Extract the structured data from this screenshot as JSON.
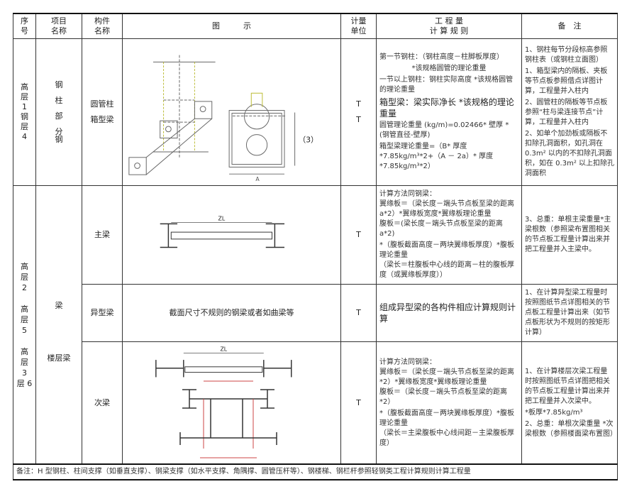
{
  "header": {
    "seq": "序\n号",
    "item": "项目\n名称",
    "part": "构件\n名称",
    "figure": "图　　　示",
    "unit": "计量\n单位",
    "rule": "工 程 量\n计 算 规 则",
    "note": "备　注"
  },
  "row1": {
    "seq": "高\n层\n1\n钢\n层\n4",
    "item": "钢\n\n柱\n\n部\n\n分\n钢",
    "parts": [
      "圆管柱",
      "箱型梁"
    ],
    "units": [
      "T",
      "T"
    ],
    "fig_label": "（3）",
    "fig_dim": "A",
    "rule_1": "第一节钢柱：（钢柱高度－柱脚板厚度）",
    "rule_2": "*该规格圆管的理论重量",
    "rule_3": "一节以上钢柱：钢柱实际高度 *该规格圆管的理论重量",
    "rule_4": "箱型梁：梁实际净长 *该规格的理论重量",
    "rule_5": "圆管理论重量 (kg/m)=0.02466* 壁厚 *(钢管直径-壁厚)",
    "rule_6": "箱型梁理论重量=（B* 厚度 *7.85kg/m³*2+（A － 2a）* 厚度 *7.85kg/m³*2）",
    "note_1": "1、钢柱每节分段标高参照钢柱表（或钢柱立面图）",
    "note_2": "1、箱型梁内的隔板、夹板等节点板参照借点详图计算，工程量并入柱内",
    "note_3": "2、圆管柱的隔板等节点板参照“柱与梁连接节点”计算，工程量并入柱内",
    "note_4": "2、如单个加劲板或隔板不扣除孔洞面积，如孔洞在 0.3m² 以内的不扣除孔洞面积，如在 0.3m² 以上扣除孔洞面积"
  },
  "row2": {
    "seq": "高\n层\n2\n\n高\n层\n5\n\n高\n层\n3\n层 6",
    "item_a": "梁",
    "item_b": "楼层梁",
    "parts": [
      "主梁",
      "异型梁",
      "次梁"
    ],
    "units": [
      "T",
      "T",
      "T"
    ],
    "zl": "ZL",
    "irregular": "截面尺寸不规则的钢梁或者如曲梁等",
    "rule_a": "计算方法同钢梁：\n翼缘板＝（梁长度－端头节点板至梁的距离a*2）*翼缘板宽度*翼缘板理论重量\n腹板＝(梁长度－端头节点板至梁的距离 a*2)",
    "rule_b": "*（腹板截面高度－两块翼缘板厚度）*腹板理论重量\n（梁长＝柱腹板中心线的距离－柱的腹板厚度（或翼缘板厚度））",
    "rule_c": "组成异型梁的各构件相应计算规则计算",
    "rule_d": "计算方法同钢梁：\n翼缘板＝（梁长度－端头节点板至梁的距离*2）*翼缘板宽度*翼缘板理论重量\n腹板＝（梁长度－端头节点板至梁的距离*2）",
    "rule_e": "*（腹板截面高度－两块翼缘板厚度）*腹板理论重量\n（梁长＝主梁腹板中心线间距－主梁腹板厚度）",
    "note_a": "3、总重：单根主梁重量*主梁根数（参照梁布置图相关的节点板工程量计算出来并把工程量并入主梁中。",
    "note_b": "1、在计算异型梁工程量时按照图纸节点详图相关的节点板工程量计算出来（如节点板形状为不规则的按矩形计算）",
    "note_c": "1、在计算楼层次梁工程量时按照图纸节点详图把相关的节点板工程量计算出来并把工程量并入次梁中。",
    "note_c2": "*板厚*7.85kg/m³",
    "note_d": "2、总重：单根次梁重量 *次梁根数（参照楼面梁布置图）"
  },
  "footer": {
    "remark": "备注：H 型钢柱、柱间支撑（如垂直支撑）、钢梁支撑（如水平支撑、角隅撑、圆管压杆等）、钢楼梯、钢栏杆参照轻钢类工程计算规则计算工程量"
  }
}
